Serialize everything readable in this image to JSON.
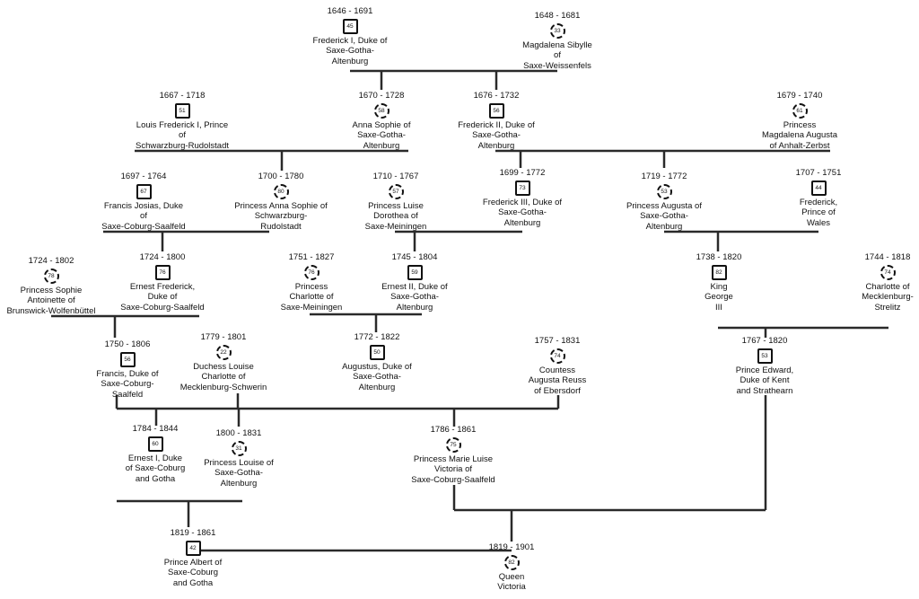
{
  "people": [
    {
      "id": "fred1",
      "dates": "1646 - 1691",
      "age": "45",
      "sex": "male",
      "name": "Frederick I, Duke of\nSaxe-Gotha-\nAltenburg"
    },
    {
      "id": "magdalena",
      "dates": "1648 - 1681",
      "age": "33",
      "sex": "female",
      "name": "Magdalena Sibylle\nof\nSaxe-Weissenfels"
    },
    {
      "id": "louisfred",
      "dates": "1667 - 1718",
      "age": "51",
      "sex": "male",
      "name": "Louis Frederick I, Prince\nof\nSchwarzburg-Rudolstadt"
    },
    {
      "id": "annasophie1",
      "dates": "1670 - 1728",
      "age": "58",
      "sex": "female",
      "name": "Anna Sophie of\nSaxe-Gotha-\nAltenburg"
    },
    {
      "id": "fred2",
      "dates": "1676 - 1732",
      "age": "56",
      "sex": "male",
      "name": "Frederick II, Duke of\nSaxe-Gotha-\nAltenburg"
    },
    {
      "id": "magdaug",
      "dates": "1679 - 1740",
      "age": "61",
      "sex": "female",
      "name": "Princess\nMagdalena Augusta\nof Anhalt-Zerbst"
    },
    {
      "id": "francisjosias",
      "dates": "1697 - 1764",
      "age": "67",
      "sex": "male",
      "name": "Francis Josias, Duke\nof\nSaxe-Coburg-Saalfeld"
    },
    {
      "id": "annasophie2",
      "dates": "1700 - 1780",
      "age": "80",
      "sex": "female",
      "name": "Princess Anna Sophie of\nSchwarzburg-\nRudolstadt"
    },
    {
      "id": "luisedor",
      "dates": "1710 - 1767",
      "age": "57",
      "sex": "female",
      "name": "Princess Luise\nDorothea of\nSaxe-Meiningen"
    },
    {
      "id": "fred3",
      "dates": "1699 - 1772",
      "age": "73",
      "sex": "male",
      "name": "Frederick III, Duke of\nSaxe-Gotha-\nAltenburg"
    },
    {
      "id": "augusta",
      "dates": "1719 - 1772",
      "age": "53",
      "sex": "female",
      "name": "Princess Augusta of\nSaxe-Gotha-\nAltenburg"
    },
    {
      "id": "fredwales",
      "dates": "1707 - 1751",
      "age": "44",
      "sex": "male",
      "name": "Frederick,\nPrince of\nWales"
    },
    {
      "id": "sophieant",
      "dates": "1724 - 1802",
      "age": "78",
      "sex": "female",
      "name": "Princess Sophie\nAntoinette of\nBrunswick-Wolfenbüttel"
    },
    {
      "id": "ernestfred",
      "dates": "1724 - 1800",
      "age": "76",
      "sex": "male",
      "name": "Ernest Frederick,\nDuke of\nSaxe-Coburg-Saalfeld"
    },
    {
      "id": "charlottemein",
      "dates": "1751 - 1827",
      "age": "76",
      "sex": "female",
      "name": "Princess\nCharlotte of\nSaxe-Meiningen"
    },
    {
      "id": "ernest2",
      "dates": "1745 - 1804",
      "age": "59",
      "sex": "male",
      "name": "Ernest II, Duke of\nSaxe-Gotha-\nAltenburg"
    },
    {
      "id": "george3",
      "dates": "1738 - 1820",
      "age": "82",
      "sex": "male",
      "name": "King\nGeorge\nIII"
    },
    {
      "id": "charlottemeck",
      "dates": "1744 - 1818",
      "age": "74",
      "sex": "female",
      "name": "Charlotte of\nMecklenburg-\nStrelitz"
    },
    {
      "id": "francis",
      "dates": "1750 - 1806",
      "age": "56",
      "sex": "male",
      "name": "Francis, Duke of\nSaxe-Coburg-\nSaalfeld"
    },
    {
      "id": "louisecharl",
      "dates": "1779 - 1801",
      "age": "22",
      "sex": "female",
      "name": "Duchess Louise\nCharlotte of\nMecklenburg-Schwerin"
    },
    {
      "id": "augustus",
      "dates": "1772 - 1822",
      "age": "50",
      "sex": "male",
      "name": "Augustus, Duke of\nSaxe-Gotha-\nAltenburg"
    },
    {
      "id": "augustareuss",
      "dates": "1757 - 1831",
      "age": "74",
      "sex": "female",
      "name": "Countess\nAugusta Reuss\nof Ebersdorf"
    },
    {
      "id": "edward",
      "dates": "1767 - 1820",
      "age": "53",
      "sex": "male",
      "name": "Prince Edward,\nDuke of Kent\nand Strathearn"
    },
    {
      "id": "ernest1",
      "dates": "1784 - 1844",
      "age": "60",
      "sex": "male",
      "name": "Ernest I, Duke\nof Saxe-Coburg\nand Gotha"
    },
    {
      "id": "louisegotha",
      "dates": "1800 - 1831",
      "age": "31",
      "sex": "female",
      "name": "Princess Louise of\nSaxe-Gotha-\nAltenburg"
    },
    {
      "id": "mariel",
      "dates": "1786 - 1861",
      "age": "75",
      "sex": "female",
      "name": "Princess Marie Luise\nVictoria of\nSaxe-Coburg-Saalfeld"
    },
    {
      "id": "albert",
      "dates": "1819 - 1861",
      "age": "42",
      "sex": "male",
      "name": "Prince Albert of\nSaxe-Coburg\nand Gotha"
    },
    {
      "id": "victoria",
      "dates": "1819 - 1901",
      "age": "82",
      "sex": "female",
      "name": "Queen\nVictoria"
    }
  ]
}
